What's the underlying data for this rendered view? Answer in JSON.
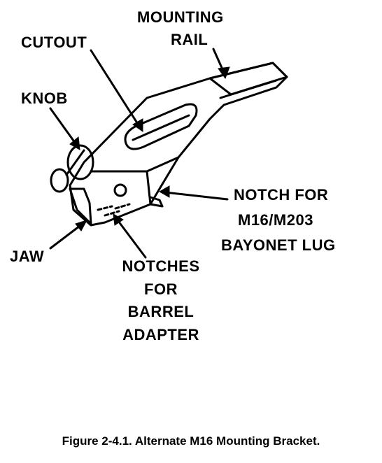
{
  "labels": {
    "mounting_rail_1": "MOUNTING",
    "mounting_rail_2": "RAIL",
    "cutout": "CUTOUT",
    "knob": "KNOB",
    "notch_lug_1": "NOTCH FOR",
    "notch_lug_2": "M16/M203",
    "notch_lug_3": "BAYONET LUG",
    "jaw": "JAW",
    "notches_1": "NOTCHES",
    "notches_2": "FOR",
    "notches_3": "BARREL",
    "notches_4": "ADAPTER"
  },
  "caption": "Figure 2-4.1.  Alternate M16 Mounting Bracket.",
  "colors": {
    "ink": "#000000",
    "paper": "#ffffff"
  }
}
